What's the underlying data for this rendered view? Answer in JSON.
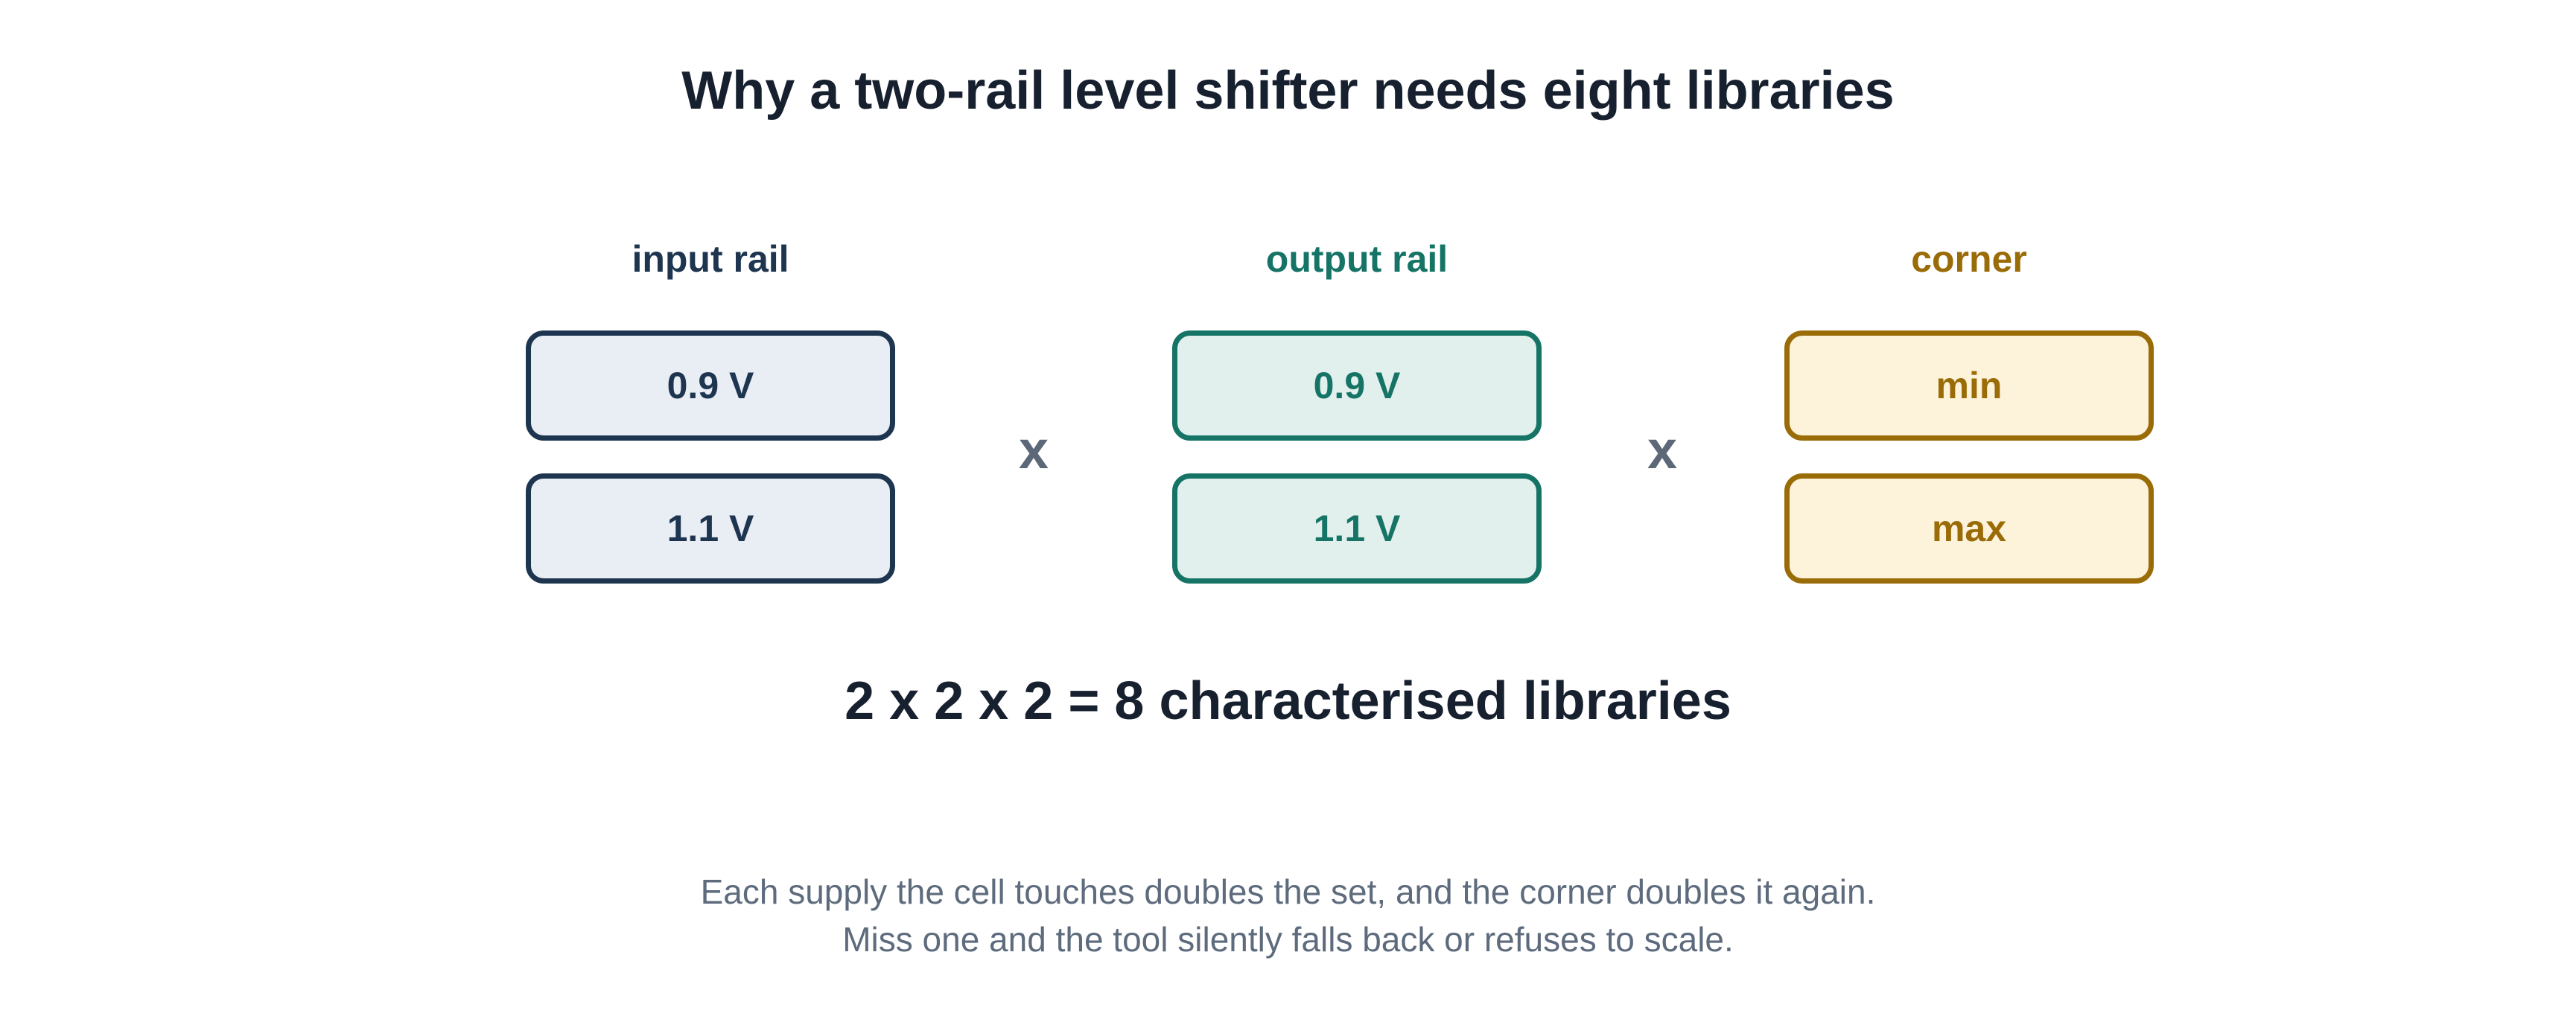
{
  "title": "Why a two-rail level shifter needs eight libraries",
  "columns": [
    {
      "label": "input rail",
      "items": [
        "0.9 V",
        "1.1 V"
      ],
      "color": "#1e3550"
    },
    {
      "label": "output rail",
      "items": [
        "0.9 V",
        "1.1 V"
      ],
      "color": "#167467"
    },
    {
      "label": "corner",
      "items": [
        "min",
        "max"
      ],
      "color": "#9a6c07"
    }
  ],
  "operators": [
    "x",
    "x"
  ],
  "equation": "2 x 2 x 2 = 8 characterised libraries",
  "notes": [
    "Each supply the cell touches doubles the set, and the corner doubles it again.",
    "Miss one and the tool silently falls back or refuses to scale."
  ]
}
